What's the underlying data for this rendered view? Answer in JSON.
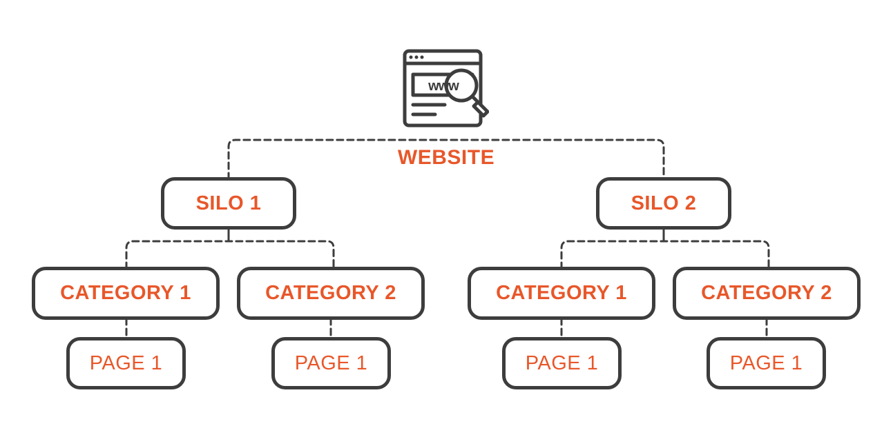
{
  "colors": {
    "accent": "#e8572a",
    "outline": "#3d3d3d",
    "background": "#ffffff"
  },
  "root": {
    "icon": "browser-www-search-icon",
    "label": "WEBSITE"
  },
  "silos": [
    {
      "label": "SILO 1",
      "categories": [
        {
          "label": "CATEGORY 1",
          "page": "PAGE 1"
        },
        {
          "label": "CATEGORY 2",
          "page": "PAGE 1"
        }
      ]
    },
    {
      "label": "SILO 2",
      "categories": [
        {
          "label": "CATEGORY 1",
          "page": "PAGE 1"
        },
        {
          "label": "CATEGORY 2",
          "page": "PAGE 1"
        }
      ]
    }
  ]
}
